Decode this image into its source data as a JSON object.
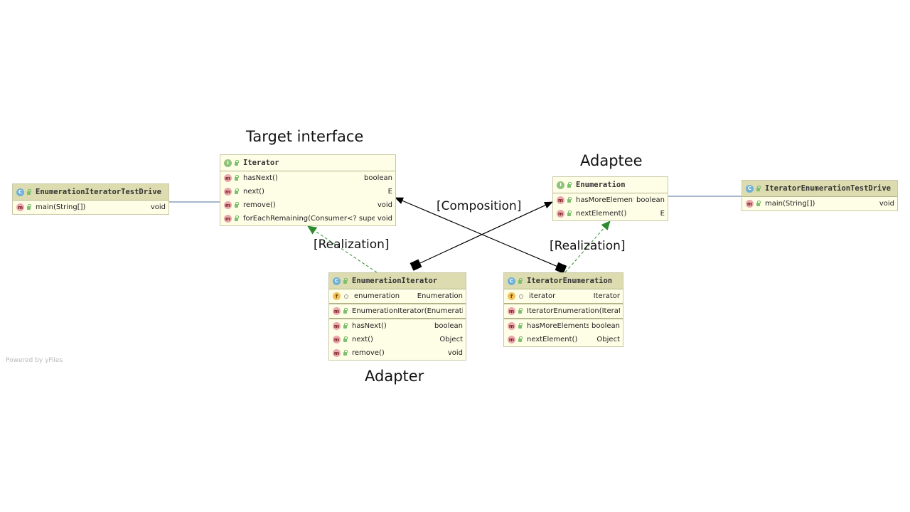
{
  "labels": {
    "target": "Target interface",
    "adaptee": "Adaptee",
    "adapter": "Adapter",
    "composition": "[Composition]",
    "realization_left": "[Realization]",
    "realization_right": "[Realization]",
    "watermark": "Powered by yFiles"
  },
  "classes": {
    "testdrive_left": {
      "badge": "C",
      "title": "EnumerationIteratorTestDrive",
      "methods": [
        {
          "name": "main(String[])",
          "type": "void",
          "badge": "m"
        }
      ]
    },
    "iterator": {
      "badge": "I",
      "title": "Iterator",
      "methods": [
        {
          "name": "hasNext()",
          "type": "boolean",
          "badge": "m"
        },
        {
          "name": "next()",
          "type": "E",
          "badge": "m"
        },
        {
          "name": "remove()",
          "type": "void",
          "badge": "m"
        },
        {
          "name": "forEachRemaining(Consumer<? super E>)",
          "type": "void",
          "badge": "m"
        }
      ]
    },
    "enumeration": {
      "badge": "I",
      "title": "Enumeration",
      "methods": [
        {
          "name": "hasMoreElements()",
          "type": "boolean",
          "badge": "m"
        },
        {
          "name": "nextElement()",
          "type": "E",
          "badge": "m"
        }
      ]
    },
    "testdrive_right": {
      "badge": "C",
      "title": "IteratorEnumerationTestDrive",
      "methods": [
        {
          "name": "main(String[])",
          "type": "void",
          "badge": "m"
        }
      ]
    },
    "enum_iterator": {
      "badge": "C",
      "title": "EnumerationIterator",
      "fields": [
        {
          "name": "enumeration",
          "type": "Enumeration",
          "badge": "f"
        }
      ],
      "constructors": [
        {
          "name": "EnumerationIterator(Enumeration)",
          "type": "",
          "badge": "m"
        }
      ],
      "methods": [
        {
          "name": "hasNext()",
          "type": "boolean",
          "badge": "m"
        },
        {
          "name": "next()",
          "type": "Object",
          "badge": "m"
        },
        {
          "name": "remove()",
          "type": "void",
          "badge": "m"
        }
      ]
    },
    "iter_enumeration": {
      "badge": "C",
      "title": "IteratorEnumeration",
      "fields": [
        {
          "name": "iterator",
          "type": "Iterator",
          "badge": "f"
        }
      ],
      "constructors": [
        {
          "name": "IteratorEnumeration(Iterator)",
          "type": "",
          "badge": "m"
        }
      ],
      "methods": [
        {
          "name": "hasMoreElements()",
          "type": "boolean",
          "badge": "m"
        },
        {
          "name": "nextElement()",
          "type": "Object",
          "badge": "m"
        }
      ]
    }
  },
  "colors": {
    "association": "#4a6f99",
    "composition": "#000000",
    "realization": "#2e8b2e"
  }
}
